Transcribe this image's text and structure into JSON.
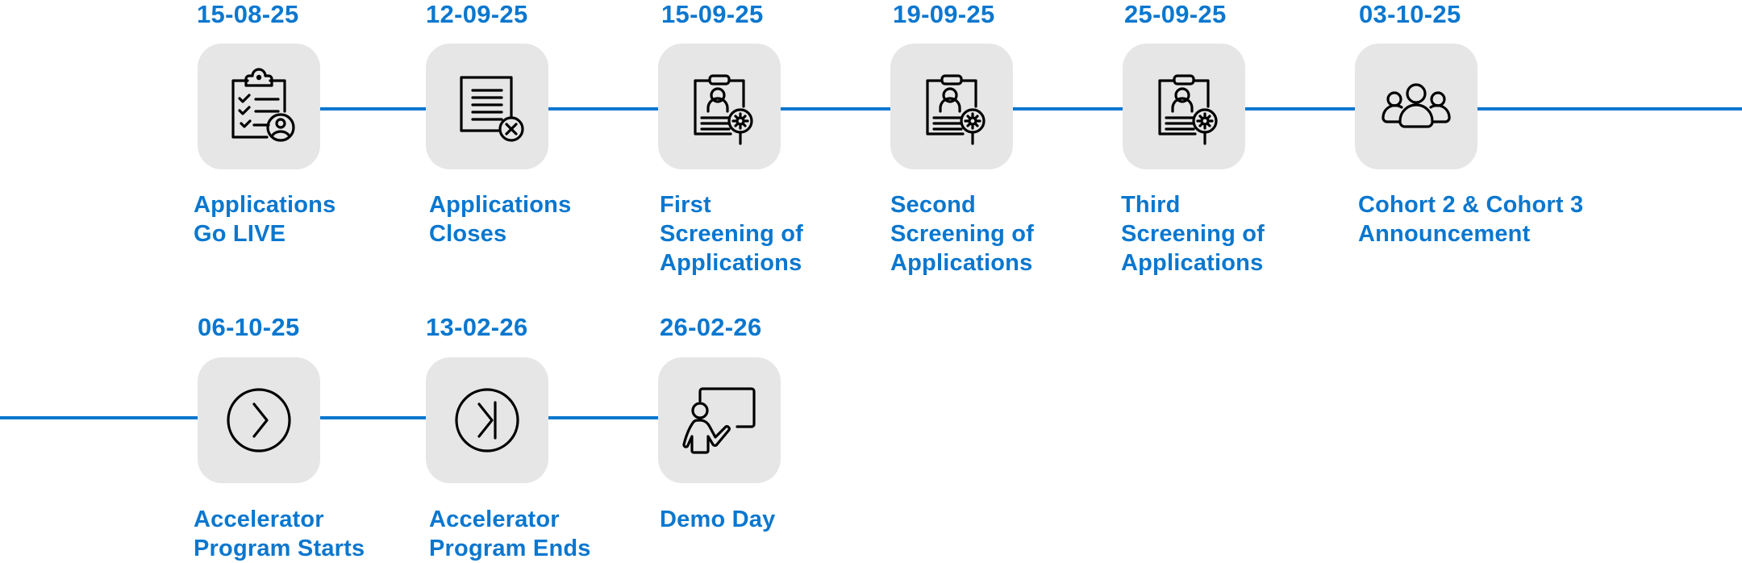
{
  "timeline": {
    "accent_color": "#0a77cf",
    "card_color": "#e6e6e6",
    "milestones": [
      {
        "date": "15-08-25",
        "label": "Applications\nGo LIVE",
        "icon": "clipboard-checklist-user-icon"
      },
      {
        "date": "12-09-25",
        "label": "Applications\nCloses",
        "icon": "document-close-icon"
      },
      {
        "date": "15-09-25",
        "label": "First\nScreening of\nApplications",
        "icon": "id-card-search-gear-icon"
      },
      {
        "date": "19-09-25",
        "label": "Second\nScreening of\nApplications",
        "icon": "id-card-search-gear-icon"
      },
      {
        "date": "25-09-25",
        "label": "Third\nScreening of\nApplications",
        "icon": "id-card-search-gear-icon"
      },
      {
        "date": "03-10-25",
        "label": "Cohort 2 & Cohort 3\nAnnouncement",
        "icon": "group-users-icon"
      },
      {
        "date": "06-10-25",
        "label": "Accelerator\nProgram Starts",
        "icon": "circle-chevron-right-icon"
      },
      {
        "date": "13-02-26",
        "label": "Accelerator\nProgram Ends",
        "icon": "circle-skip-end-icon"
      },
      {
        "date": "26-02-26",
        "label": "Demo Day",
        "icon": "presenter-board-icon"
      }
    ]
  }
}
